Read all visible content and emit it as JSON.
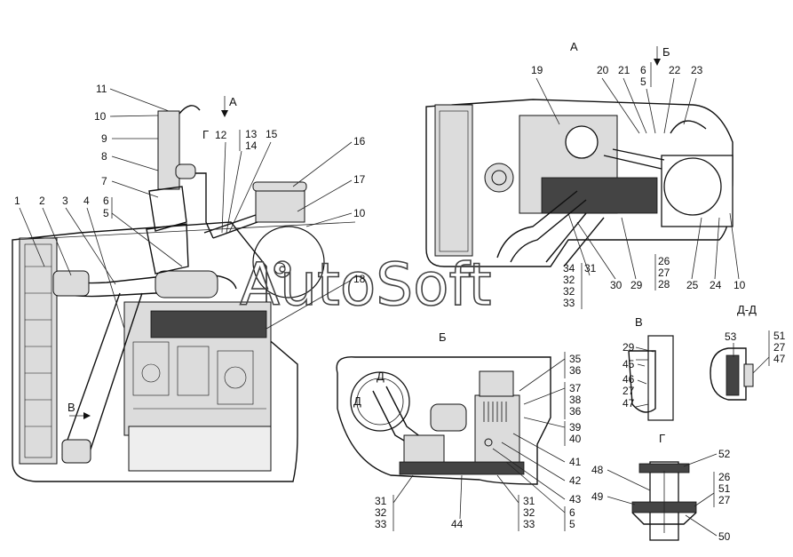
{
  "watermark": "AutoSoft",
  "section_titles": {
    "view_a": "А",
    "view_b_arrow": "Б",
    "view_a_arrow": "А",
    "view_g_arrow": "Г",
    "view_b": "Б",
    "view_v": "В",
    "view_dd": "Д-Д",
    "view_g": "Г",
    "view_v_arrow": "В",
    "d_mark_1": "Д",
    "d_mark_2": "Д"
  },
  "labels_main": [
    "1",
    "2",
    "3",
    "4",
    "6",
    "5",
    "7",
    "8",
    "9",
    "10",
    "11",
    "12",
    "13",
    "14",
    "15",
    "16",
    "17",
    "10",
    "18"
  ],
  "labels_view_a": [
    "19",
    "20",
    "21",
    "6",
    "5",
    "22",
    "23",
    "34",
    "32",
    "32",
    "33",
    "31",
    "30",
    "29",
    "26",
    "27",
    "28",
    "25",
    "24",
    "10"
  ],
  "labels_view_b": [
    "35",
    "36",
    "37",
    "38",
    "36",
    "39",
    "40",
    "41",
    "42",
    "43",
    "6",
    "5",
    "31",
    "32",
    "33",
    "44",
    "31",
    "32",
    "33"
  ],
  "labels_view_v": [
    "29",
    "45",
    "46",
    "27",
    "47"
  ],
  "labels_view_dd": [
    "53",
    "51",
    "27",
    "47"
  ],
  "labels_view_g": [
    "48",
    "49",
    "52",
    "26",
    "51",
    "27",
    "50"
  ]
}
